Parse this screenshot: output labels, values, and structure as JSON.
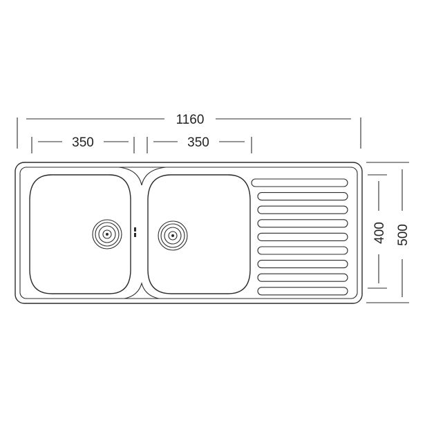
{
  "dimensions": {
    "overall_width": "1160",
    "bowl_left_width": "350",
    "bowl_right_width": "350",
    "overall_depth": "500",
    "bowl_depth": "400"
  },
  "colors": {
    "line": "#2b2b2b",
    "background": "#ffffff"
  }
}
